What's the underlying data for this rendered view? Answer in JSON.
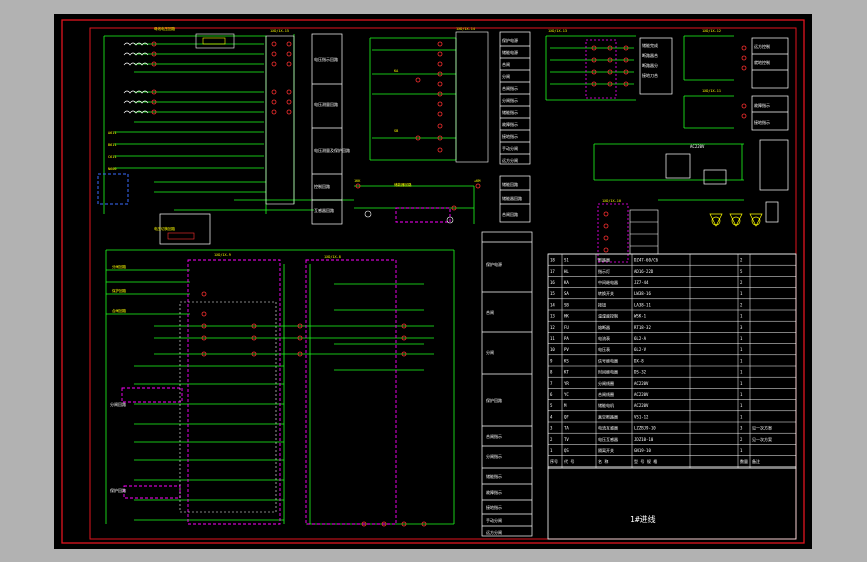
{
  "drawing": {
    "title_block": {
      "name": "1#进线"
    },
    "left_labels": [
      "电压指示回路",
      "电压测量回路",
      "电压测量及保护回路",
      "控制回路",
      "互感器回路",
      "储能回路",
      "储能器回路",
      "合闸回路",
      "分闸回路",
      "保护回路"
    ],
    "mid_labels": [
      "保护电源",
      "储能电源",
      "合闸",
      "分闸",
      "合闸指示",
      "分闸指示",
      "储能指示",
      "故障指示",
      "接地指示",
      "手动分闸",
      "远方分闸"
    ],
    "right_labels": [
      "储能完成",
      "断路器合",
      "断路器分",
      "接地刀合",
      "远方控制",
      "就地控制",
      "AC220V"
    ],
    "bom": {
      "header": {
        "no": "序号",
        "code": "代 号",
        "name": "名 称",
        "model": "型 号 规 格",
        "qty": "数量",
        "note": "备注"
      },
      "rows": [
        {
          "no": "18",
          "code": "S1",
          "name": "断路器",
          "model": "DZ47-60/C6",
          "qty": "2",
          "note": ""
        },
        {
          "no": "17",
          "code": "HL",
          "name": "指示灯",
          "model": "AD16-22D",
          "qty": "5",
          "note": ""
        },
        {
          "no": "16",
          "code": "KA",
          "name": "中间继电器",
          "model": "JZ7-44",
          "qty": "2",
          "note": ""
        },
        {
          "no": "15",
          "code": "SA",
          "name": "转换开关",
          "model": "LW38-16",
          "qty": "1",
          "note": ""
        },
        {
          "no": "14",
          "code": "SB",
          "name": "按钮",
          "model": "LA38-11",
          "qty": "2",
          "note": ""
        },
        {
          "no": "13",
          "code": "HK",
          "name": "温湿度控制",
          "model": "WSK-1",
          "qty": "1",
          "note": ""
        },
        {
          "no": "12",
          "code": "FU",
          "name": "熔断器",
          "model": "RT18-32",
          "qty": "3",
          "note": ""
        },
        {
          "no": "11",
          "code": "PA",
          "name": "电流表",
          "model": "6L2-A",
          "qty": "1",
          "note": ""
        },
        {
          "no": "10",
          "code": "PV",
          "name": "电压表",
          "model": "6L2-V",
          "qty": "1",
          "note": ""
        },
        {
          "no": "9",
          "code": "KS",
          "name": "信号继电器",
          "model": "DX-8",
          "qty": "1",
          "note": ""
        },
        {
          "no": "8",
          "code": "KT",
          "name": "时间继电器",
          "model": "DS-32",
          "qty": "1",
          "note": ""
        },
        {
          "no": "7",
          "code": "YR",
          "name": "分闸线圈",
          "model": "AC220V",
          "qty": "1",
          "note": ""
        },
        {
          "no": "6",
          "code": "YC",
          "name": "合闸线圈",
          "model": "AC220V",
          "qty": "1",
          "note": ""
        },
        {
          "no": "5",
          "code": "M",
          "name": "储能电机",
          "model": "AC220V",
          "qty": "1",
          "note": ""
        },
        {
          "no": "4",
          "code": "QF",
          "name": "真空断路器",
          "model": "VS1-12",
          "qty": "1",
          "note": ""
        },
        {
          "no": "3",
          "code": "TA",
          "name": "电流互感器",
          "model": "LZZBJ9-10",
          "qty": "3",
          "note": "见一次方案"
        },
        {
          "no": "2",
          "code": "TV",
          "name": "电压互感器",
          "model": "JDZ10-10",
          "qty": "2",
          "note": "见一次方案"
        },
        {
          "no": "1",
          "code": "QS",
          "name": "隔离开关",
          "model": "GN19-10",
          "qty": "1",
          "note": ""
        }
      ]
    }
  }
}
